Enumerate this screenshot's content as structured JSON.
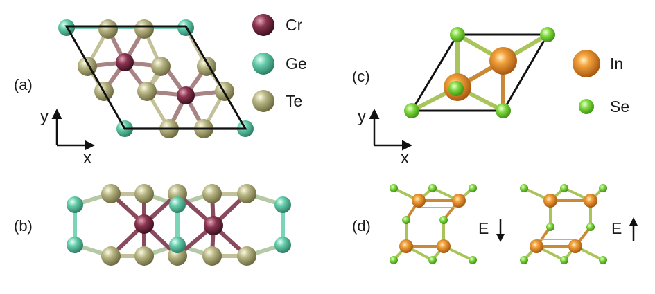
{
  "panels": {
    "a": {
      "label": "(a)"
    },
    "b": {
      "label": "(b)"
    },
    "c": {
      "label": "(c)"
    },
    "d": {
      "label": "(d)"
    }
  },
  "axes_left": {
    "y": "y",
    "x": "x"
  },
  "axes_right": {
    "y": "y",
    "x": "x"
  },
  "legend_left": [
    {
      "element": "Cr",
      "color": "#7a2a44"
    },
    {
      "element": "Ge",
      "color": "#5fcaaa"
    },
    {
      "element": "Te",
      "color": "#b3b07e"
    }
  ],
  "legend_right": [
    {
      "element": "In",
      "color": "#d9761f"
    },
    {
      "element": "Se",
      "color": "#6ccd32"
    }
  ],
  "field_labels": {
    "down": "E",
    "up": "E"
  },
  "icons": {
    "down": "arrow-down-icon",
    "up": "arrow-up-icon"
  }
}
